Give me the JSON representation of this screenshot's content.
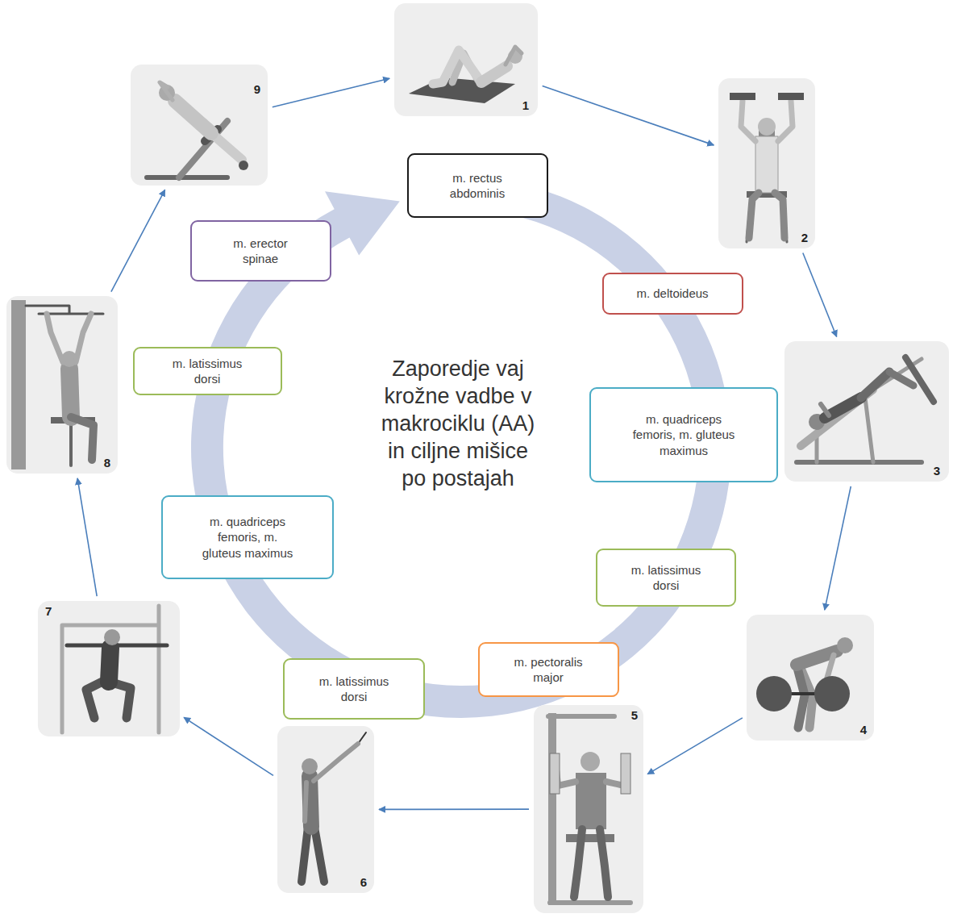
{
  "diagram": {
    "title": "Zaporedje vaj krožne vadbe v makrociklu (AA) in ciljne mišice po postajah",
    "nodes": [
      {
        "text": [
          "1"
        ]
      },
      {
        "text": [
          "2"
        ]
      },
      {
        "text": [
          "3"
        ]
      },
      {
        "text": [
          "4"
        ]
      },
      {
        "text": [
          "5"
        ]
      },
      {
        "text": [
          "6"
        ]
      },
      {
        "text": [
          "7"
        ]
      },
      {
        "text": [
          "8"
        ]
      },
      {
        "text": [
          "9"
        ]
      },
      {
        "text": [
          "m. rectus abdominis"
        ]
      },
      {
        "text": [
          "m. deltoideus"
        ]
      },
      {
        "text": [
          "m. quadriceps femoris, m. gluteus maximus"
        ]
      },
      {
        "text": [
          "m. latissimus dorsi"
        ]
      },
      {
        "text": [
          "m. pectoralis major"
        ]
      },
      {
        "text": [
          "m. latissimus dorsi"
        ]
      },
      {
        "text": [
          "m. quadriceps femoris, m. gluteus maximus"
        ]
      },
      {
        "text": [
          "m. latissimus dorsi"
        ]
      },
      {
        "text": [
          "m. erector spinae"
        ]
      }
    ],
    "edges": [
      {
        "from": 0,
        "to": 1,
        "arrow": "to"
      },
      {
        "from": 1,
        "to": 2,
        "arrow": "to"
      },
      {
        "from": 2,
        "to": 3,
        "arrow": "to"
      },
      {
        "from": 3,
        "to": 4,
        "arrow": "to"
      },
      {
        "from": 4,
        "to": 5,
        "arrow": "to"
      },
      {
        "from": 5,
        "to": 6,
        "arrow": "to"
      },
      {
        "from": 6,
        "to": 7,
        "arrow": "to"
      },
      {
        "from": 7,
        "to": 8,
        "arrow": "to"
      },
      {
        "from": 8,
        "to": 0,
        "arrow": "to"
      }
    ]
  }
}
